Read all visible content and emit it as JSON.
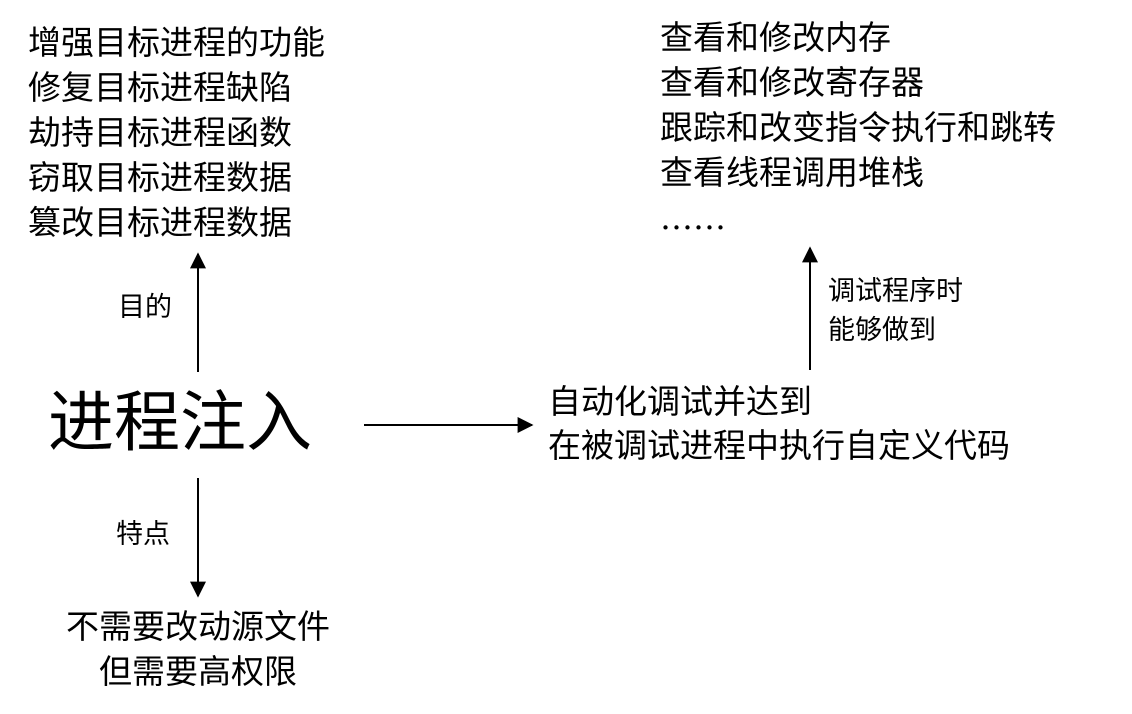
{
  "center": {
    "title": "进程注入"
  },
  "purposes": {
    "label": "目的",
    "items": [
      "增强目标进程的功能",
      "修复目标进程缺陷",
      "劫持目标进程函数",
      "窃取目标进程数据",
      "篡改目标进程数据"
    ]
  },
  "features": {
    "label": "特点",
    "lines": [
      "不需要改动源文件",
      "但需要高权限"
    ]
  },
  "result": {
    "lines": [
      "自动化调试并达到",
      "在被调试进程中执行自定义代码"
    ]
  },
  "debug": {
    "label_lines": [
      "调试程序时",
      "能够做到"
    ],
    "items": [
      "查看和修改内存",
      "查看和修改寄存器",
      "跟踪和改变指令执行和跳转",
      "查看线程调用堆栈",
      "……"
    ]
  }
}
